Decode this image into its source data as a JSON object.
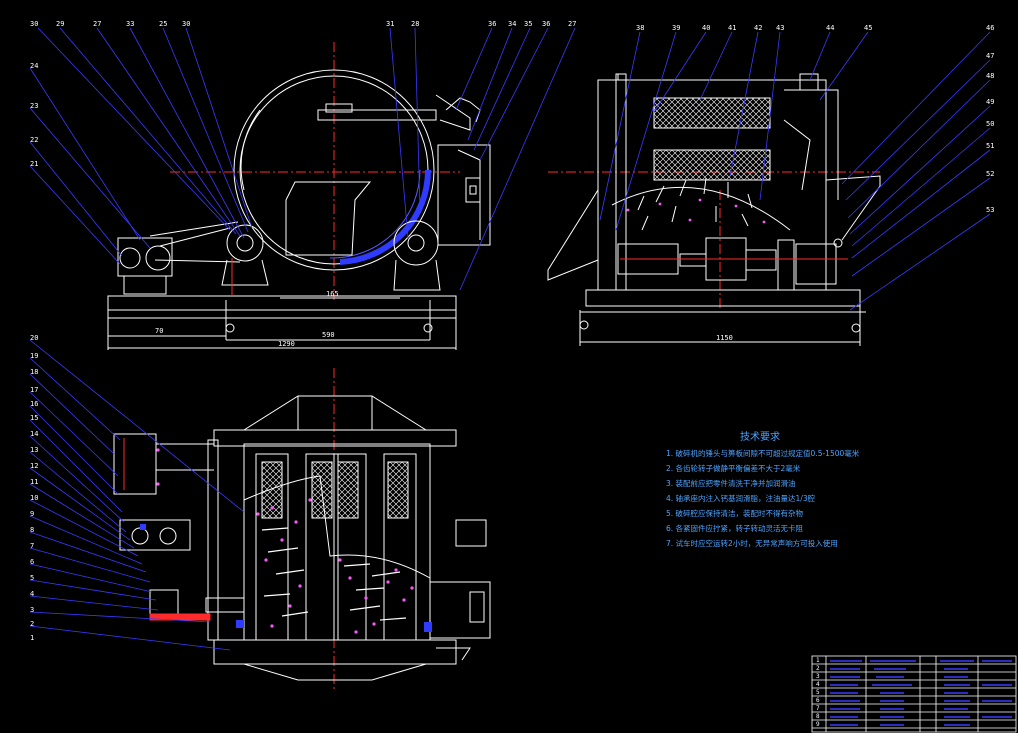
{
  "drawing": {
    "type": "mechanical assembly drawing",
    "line_colors": {
      "outline": "#ffffff",
      "leader": "#3a3aff",
      "center": "#ff2a2a",
      "accent": "#2f3cff",
      "hatch": "#ff55ff"
    },
    "front_view": {
      "callouts_left": [
        "24",
        "23",
        "22",
        "21"
      ],
      "callouts_top": [
        "30",
        "29",
        "27",
        "33",
        "25",
        "30",
        "31",
        "28",
        "36",
        "34",
        "35",
        "36",
        "27"
      ],
      "dims": [
        "70",
        "590",
        "1290",
        "165"
      ]
    },
    "side_view": {
      "callouts_top": [
        "38",
        "39",
        "40",
        "41",
        "42",
        "43",
        "44",
        "45"
      ],
      "callouts_right": [
        "46",
        "47",
        "48",
        "49",
        "50",
        "51",
        "52",
        "53"
      ],
      "dims": [
        "1150"
      ]
    },
    "top_view": {
      "callouts_left": [
        "20",
        "19",
        "18",
        "17",
        "16",
        "15",
        "14",
        "13",
        "12",
        "11",
        "10",
        "9",
        "8",
        "7",
        "6",
        "5",
        "4",
        "3",
        "2",
        "1"
      ]
    }
  },
  "requirements": {
    "title": "技术要求",
    "items": [
      "1. 破碎机的锤头与箅板间隙不可超过规定值0.5-1500毫米",
      "2. 各齿轮转子做静平衡偏差不大于2毫米",
      "3. 装配前应把零件清洗干净并加润滑油",
      "4. 轴承座内注入钙基润滑脂，注油量达1/3腔",
      "5. 破碎腔应保持清洁，装配时不得有杂物",
      "6. 各紧固件应拧紧，转子转动灵活无卡阻",
      "7. 试车时应空运转2小时，无异常声响方可投入使用"
    ]
  },
  "title_block": {
    "rows": [
      "1",
      "2",
      "3",
      "4",
      "5",
      "6",
      "7",
      "8",
      "9"
    ]
  }
}
